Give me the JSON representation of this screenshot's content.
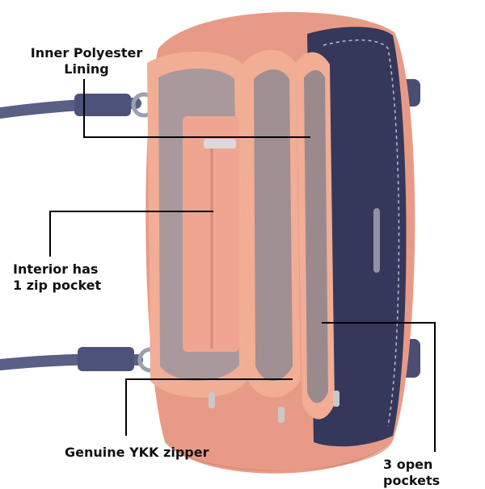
{
  "annotations": {
    "lining": "Inner  Polyester\nLining",
    "zip_pocket": "Interior has\n1 zip pocket",
    "ykk": "Genuine YKK zipper",
    "pockets": "3 open pockets"
  },
  "colors": {
    "body": "#e79b86",
    "body_shadow": "#c97b68",
    "trim": "#f2ad95",
    "lining": "#a9999c",
    "navy": "#35385a",
    "handle": "#5a5f86",
    "line": "#000000"
  }
}
